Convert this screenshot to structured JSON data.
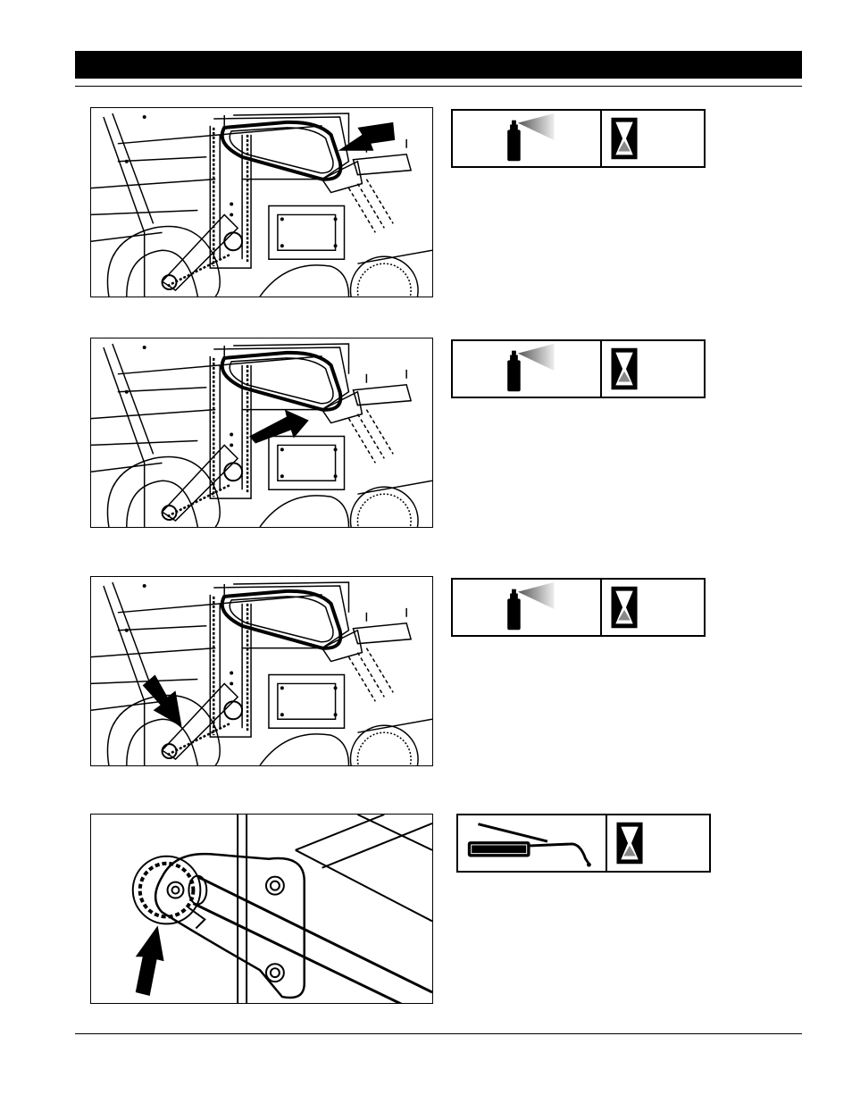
{
  "header": {
    "bar_color": "#000000"
  },
  "figures": [
    {
      "arrow": "right-upper-belt-guide",
      "icons": [
        "spray-can-icon",
        "hourglass-icon"
      ]
    },
    {
      "arrow": "chain-idler-arm",
      "icons": [
        "spray-can-icon",
        "hourglass-icon"
      ]
    },
    {
      "arrow": "lower-chain-sprocket",
      "icons": [
        "spray-can-icon",
        "hourglass-icon"
      ]
    },
    {
      "arrow": "shaft-bearing-sprocket",
      "icons": [
        "grease-gun-icon",
        "hourglass-icon"
      ]
    }
  ]
}
